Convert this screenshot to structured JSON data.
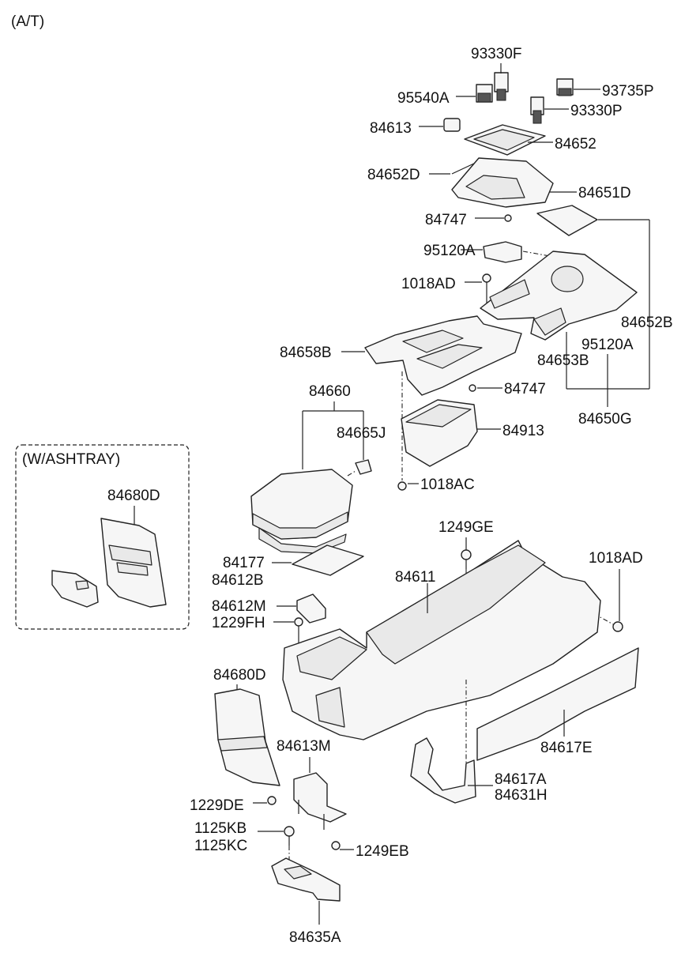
{
  "header": {
    "variant": "(A/T)"
  },
  "inset": {
    "title": "(W/ASHTRAY)",
    "part": "84680D"
  },
  "labels": {
    "p93330F": "93330F",
    "p95540A": "95540A",
    "p93735P": "93735P",
    "p93330P": "93330P",
    "p84613": "84613",
    "p84652": "84652",
    "p84652D": "84652D",
    "p84651D": "84651D",
    "p84747a": "84747",
    "p95120Aa": "95120A",
    "p1018ADa": "1018AD",
    "p84652B": "84652B",
    "p84658B": "84658B",
    "p95120Ab": "95120A",
    "p84653B": "84653B",
    "p84747b": "84747",
    "p84660": "84660",
    "p84913": "84913",
    "p84650G": "84650G",
    "p84665J": "84665J",
    "p1018AC": "1018AC",
    "p1249GE": "1249GE",
    "p1018ADb": "1018AD",
    "p84177": "84177",
    "p84612B": "84612B",
    "p84611": "84611",
    "p84612M": "84612M",
    "p1229FH": "1229FH",
    "p84680D": "84680D",
    "p84617E": "84617E",
    "p84613M": "84613M",
    "p84617A": "84617A",
    "p84631H": "84631H",
    "p1229DE": "1229DE",
    "p1125KB": "1125KB",
    "p1125KC": "1125KC",
    "p1249EB": "1249EB",
    "p84635A": "84635A"
  }
}
